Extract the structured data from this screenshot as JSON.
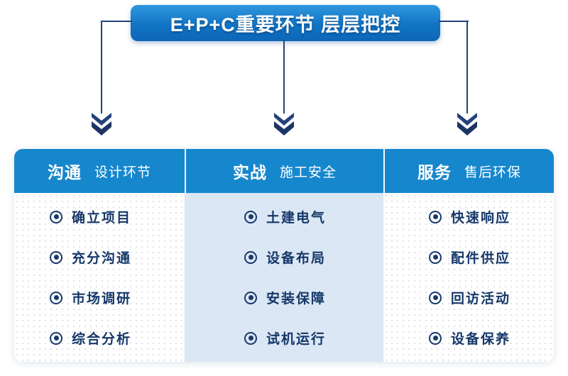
{
  "banner": {
    "title": "E+P+C重要环节 层层把控"
  },
  "colors": {
    "banner_blue_top": "#2f97de",
    "banner_blue_bottom": "#0d66b8",
    "header_blue": "#1687cd",
    "navy_text": "#16386a",
    "connector_navy": "#24427c",
    "middle_column_bg": "#dbe7f4"
  },
  "icons": {
    "bullet": "bullseye-icon",
    "arrow": "double-chevron-down-icon"
  },
  "columns": [
    {
      "title": "沟通",
      "subtitle": "设计环节",
      "items": [
        "确立项目",
        "充分沟通",
        "市场调研",
        "综合分析"
      ]
    },
    {
      "title": "实战",
      "subtitle": "施工安全",
      "items": [
        "土建电气",
        "设备布局",
        "安装保障",
        "试机运行"
      ]
    },
    {
      "title": "服务",
      "subtitle": "售后环保",
      "items": [
        "快速响应",
        "配件供应",
        "回访活动",
        "设备保养"
      ]
    }
  ]
}
